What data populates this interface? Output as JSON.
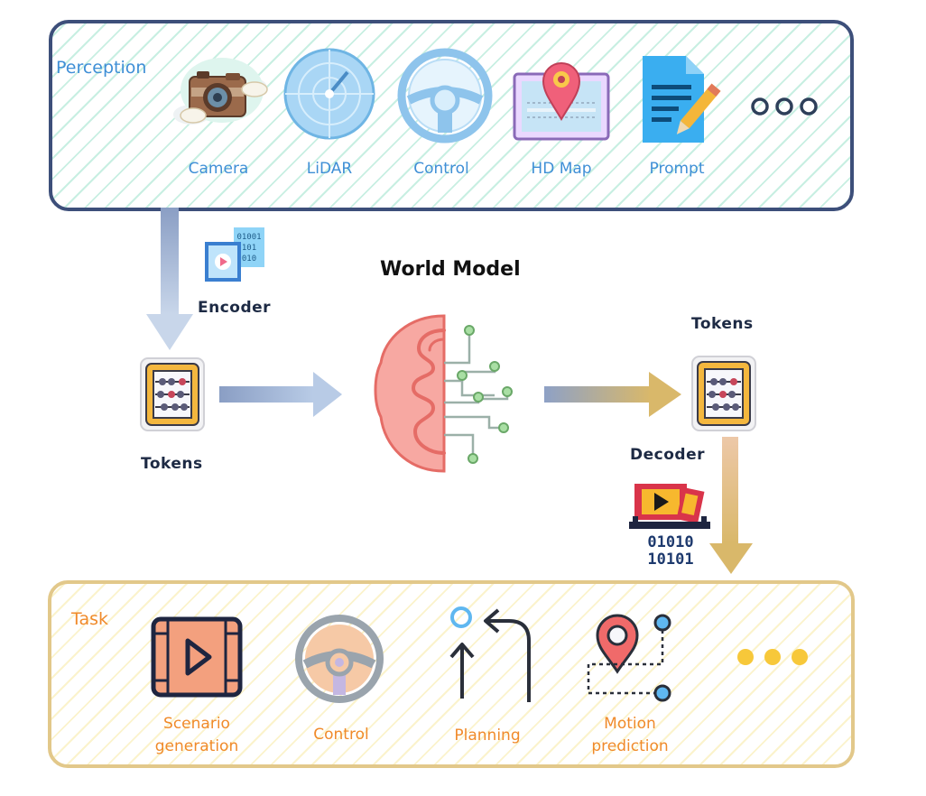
{
  "perception": {
    "title": "Perception",
    "items": [
      {
        "label": "Camera",
        "icon": "camera-icon"
      },
      {
        "label": "LiDAR",
        "icon": "radar-icon"
      },
      {
        "label": "Control",
        "icon": "steering-wheel-icon"
      },
      {
        "label": "HD Map",
        "icon": "map-pin-icon"
      },
      {
        "label": "Prompt",
        "icon": "document-pencil-icon"
      }
    ],
    "more_icon": "ellipsis-icon"
  },
  "encoder": {
    "label": "Encoder",
    "icon": "video-binary-icon",
    "bits": [
      "01001",
      "101",
      "010"
    ]
  },
  "world_model": {
    "title": "World Model",
    "icon": "brain-circuit-icon"
  },
  "tokens_left": {
    "label": "Tokens",
    "icon": "abacus-icon"
  },
  "tokens_right": {
    "label": "Tokens",
    "icon": "abacus-icon"
  },
  "decoder": {
    "label": "Decoder",
    "icon": "film-binary-icon",
    "bits_line1": "01010",
    "bits_line2": "10101"
  },
  "task": {
    "title": "Task",
    "items": [
      {
        "line1": "Scenario",
        "line2": "generation",
        "icon": "video-play-icon"
      },
      {
        "line1": "Control",
        "line2": "",
        "icon": "steering-wheel-icon"
      },
      {
        "line1": "Planning",
        "line2": "",
        "icon": "route-arrows-icon"
      },
      {
        "line1": "Motion",
        "line2": "prediction",
        "icon": "motion-path-icon"
      }
    ],
    "more_icon": "ellipsis-icon"
  },
  "colors": {
    "perception_border": "#3d4f7a",
    "perception_text": "#3f8fd6",
    "task_border": "#e2c88a",
    "task_text": "#f08a2a",
    "arrow_blue": "#8ea4c8",
    "arrow_gold": "#d9b86a"
  }
}
